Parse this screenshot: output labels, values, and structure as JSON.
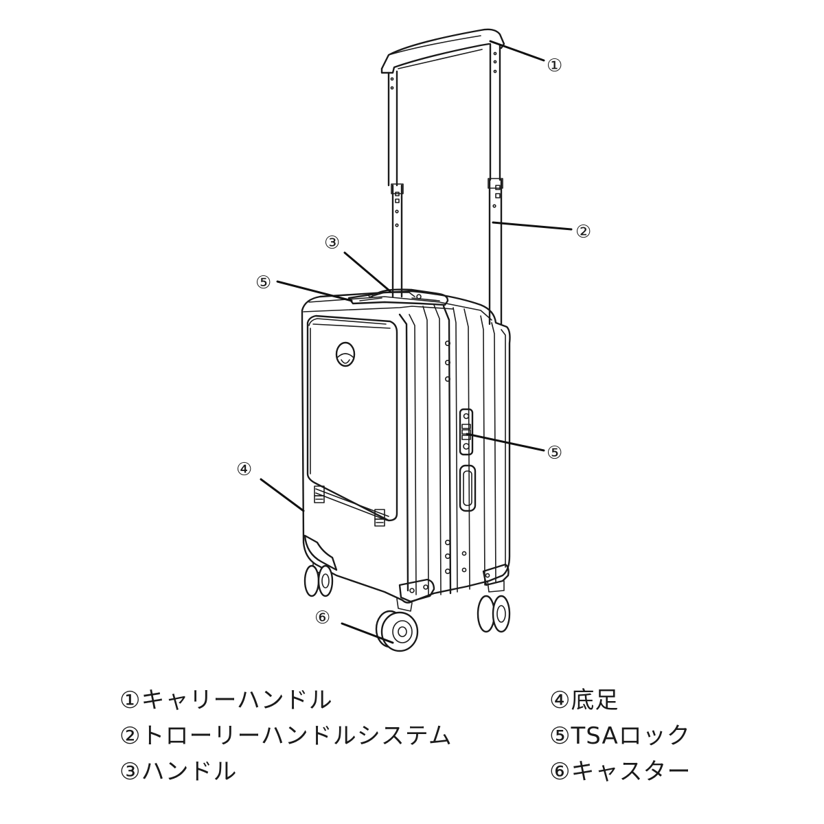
{
  "callouts": {
    "c1": "①",
    "c2": "②",
    "c3": "③",
    "c4": "④",
    "c5a": "⑤",
    "c5b": "⑤",
    "c6": "⑥"
  },
  "legend": {
    "left": [
      "①キャリーハンドル",
      "②トローリーハンドルシステム",
      "③ハンドル"
    ],
    "right": [
      "④底足",
      "⑤TSAロック",
      "⑥キャスター"
    ]
  }
}
